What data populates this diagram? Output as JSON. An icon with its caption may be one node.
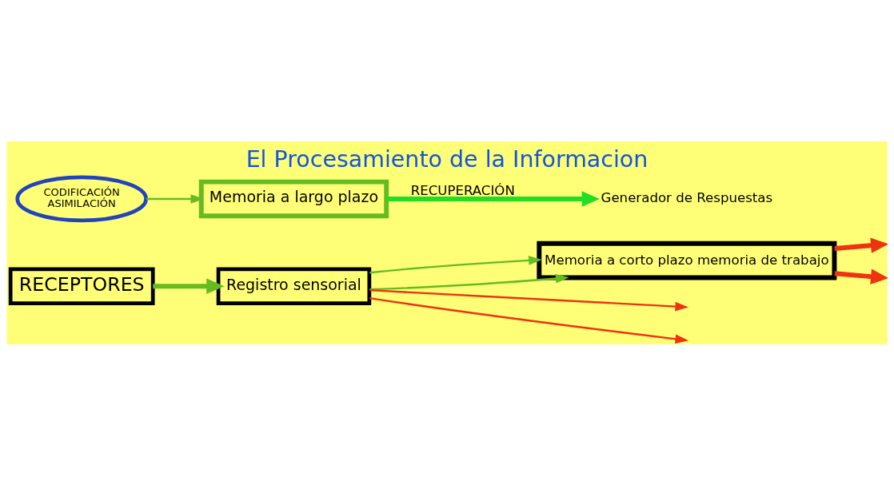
{
  "diagram": {
    "title": "El Procesamiento de la Informacion",
    "nodes": [
      {
        "text": [
          "RECEPTORES"
        ]
      },
      {
        "text": [
          "Registro sensorial"
        ]
      },
      {
        "text": [
          "Memoria a corto plazo memoria de trabajo"
        ]
      },
      {
        "text": [
          "CODIFICACIÓN",
          "ASIMILACIÓN"
        ]
      },
      {
        "text": [
          "Memoria a largo plazo"
        ]
      },
      {
        "text": [
          "Generador de Respuestas"
        ]
      }
    ],
    "edges": [
      {
        "from": 0,
        "to": 1,
        "arrow": "to",
        "style": "thick"
      },
      {
        "from": 1,
        "to": 2,
        "arrow": "to"
      },
      {
        "from": 1,
        "to": 2,
        "arrow": "to"
      },
      {
        "from": 1,
        "to": null,
        "arrow": "to",
        "color": "#ee3311"
      },
      {
        "from": 1,
        "to": null,
        "arrow": "to",
        "color": "#ee3311"
      },
      {
        "from": 2,
        "to": null,
        "arrow": "to",
        "style": "thick",
        "color": "#ee3311"
      },
      {
        "from": 2,
        "to": null,
        "arrow": "to",
        "style": "thick",
        "color": "#ee3311"
      },
      {
        "from": 3,
        "to": 4,
        "arrow": "to"
      },
      {
        "from": 4,
        "to": 5,
        "label": "RECUPERACIÓN",
        "arrow": "to",
        "style": "thick",
        "color": "#22dd22"
      }
    ]
  }
}
